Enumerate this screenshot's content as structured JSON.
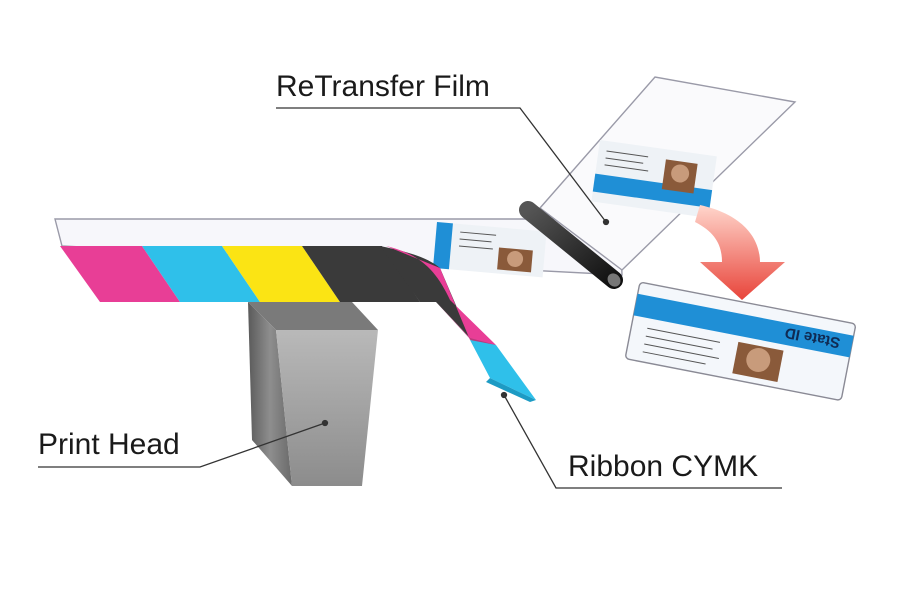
{
  "labels": {
    "retransfer_film": "ReTransfer Film",
    "print_head": "Print Head",
    "ribbon": "Ribbon CYMK"
  },
  "card": {
    "title": "State ID"
  },
  "colors": {
    "magenta": "#e83e96",
    "cyan": "#2fc0ea",
    "yellow": "#fbe414",
    "black": "#3a3a3a",
    "card_band": "#1f8fd6",
    "arrow": "#e8443a",
    "head_dark": "#4b4b4b",
    "head_light": "#a8a8a8"
  },
  "icons": {
    "transfer_arrow": "arrow-down-right-icon"
  }
}
